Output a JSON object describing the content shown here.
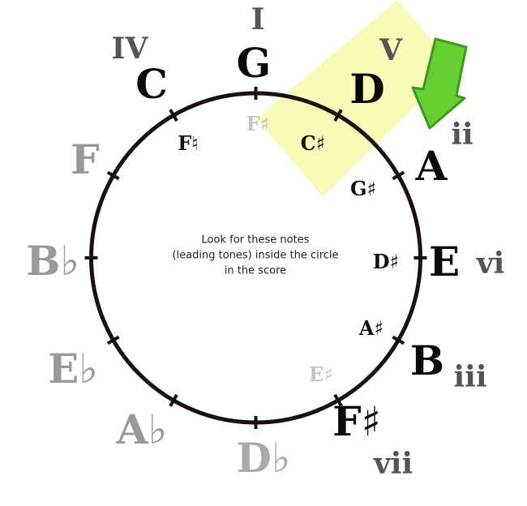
{
  "colors": {
    "highlight": "#fafab8",
    "arrow": "#5ac82a",
    "arrow_outline": "#3d9a1e",
    "circle": "#1a1010",
    "active": "#0a0a0a",
    "inactive": "#999999"
  },
  "caption": {
    "line1": "Look for these notes",
    "line2": "(leading tones) inside the circle",
    "line3": "in the score"
  },
  "outer_notes": {
    "G": "G",
    "D": "D",
    "A": "A",
    "E": "E",
    "B": "B",
    "Fs": "F♯",
    "Db": "D♭",
    "Ab": "A♭",
    "Eb": "E♭",
    "Bb": "B♭",
    "F": "F",
    "C": "C"
  },
  "roman_numerals": {
    "G": "I",
    "D": "V",
    "A": "ii",
    "E": "vi",
    "B": "iii",
    "Fs": "vii",
    "C": "IV"
  },
  "inner_notes": {
    "Fn": "F♮",
    "Fs": "F♯",
    "Cs": "C♯",
    "Gs": "G♯",
    "Ds": "D♯",
    "As": "A♯",
    "Es": "E♯"
  },
  "arrow_icon": "arrow-down-left"
}
